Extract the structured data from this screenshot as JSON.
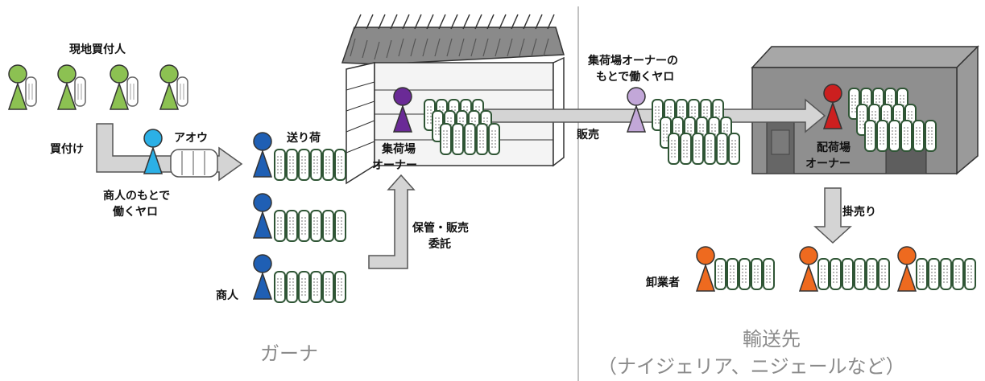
{
  "labels": {
    "local_buyers": "現地買付人",
    "buying": "買付け",
    "aowu": "アオウ",
    "yaro_merchant_1": "商人のもとで",
    "yaro_merchant_2": "働くヤロ",
    "shipment": "送り荷",
    "merchant": "商人",
    "depot_owner_1": "集荷場",
    "depot_owner_2": "オーナー",
    "storage_1": "保管・販売",
    "storage_2": "委託",
    "yaro_owner_1": "集荷場オーナーの",
    "yaro_owner_2": "もとで働くヤロ",
    "sale": "販売",
    "dist_owner_1": "配荷場",
    "dist_owner_2": "オーナー",
    "credit_sale": "掛売り",
    "wholesaler": "卸業者"
  },
  "regions": {
    "ghana": "ガーナ",
    "destination_1": "輸送先",
    "destination_2": "（ナイジェリア、ニジェールなど）"
  },
  "colors": {
    "buyer": "#8cc152",
    "merchant_yaro": "#2bb0e6",
    "merchant": "#1f5fb4",
    "depot_owner": "#6a2a96",
    "owner_yaro": "#c2a7d8",
    "dist_owner": "#cc1f1f",
    "wholesaler": "#ee6a1f",
    "arrow_fill": "#d4d4d4",
    "arrow_stroke": "#555555",
    "bale_stroke": "#2f5535"
  }
}
